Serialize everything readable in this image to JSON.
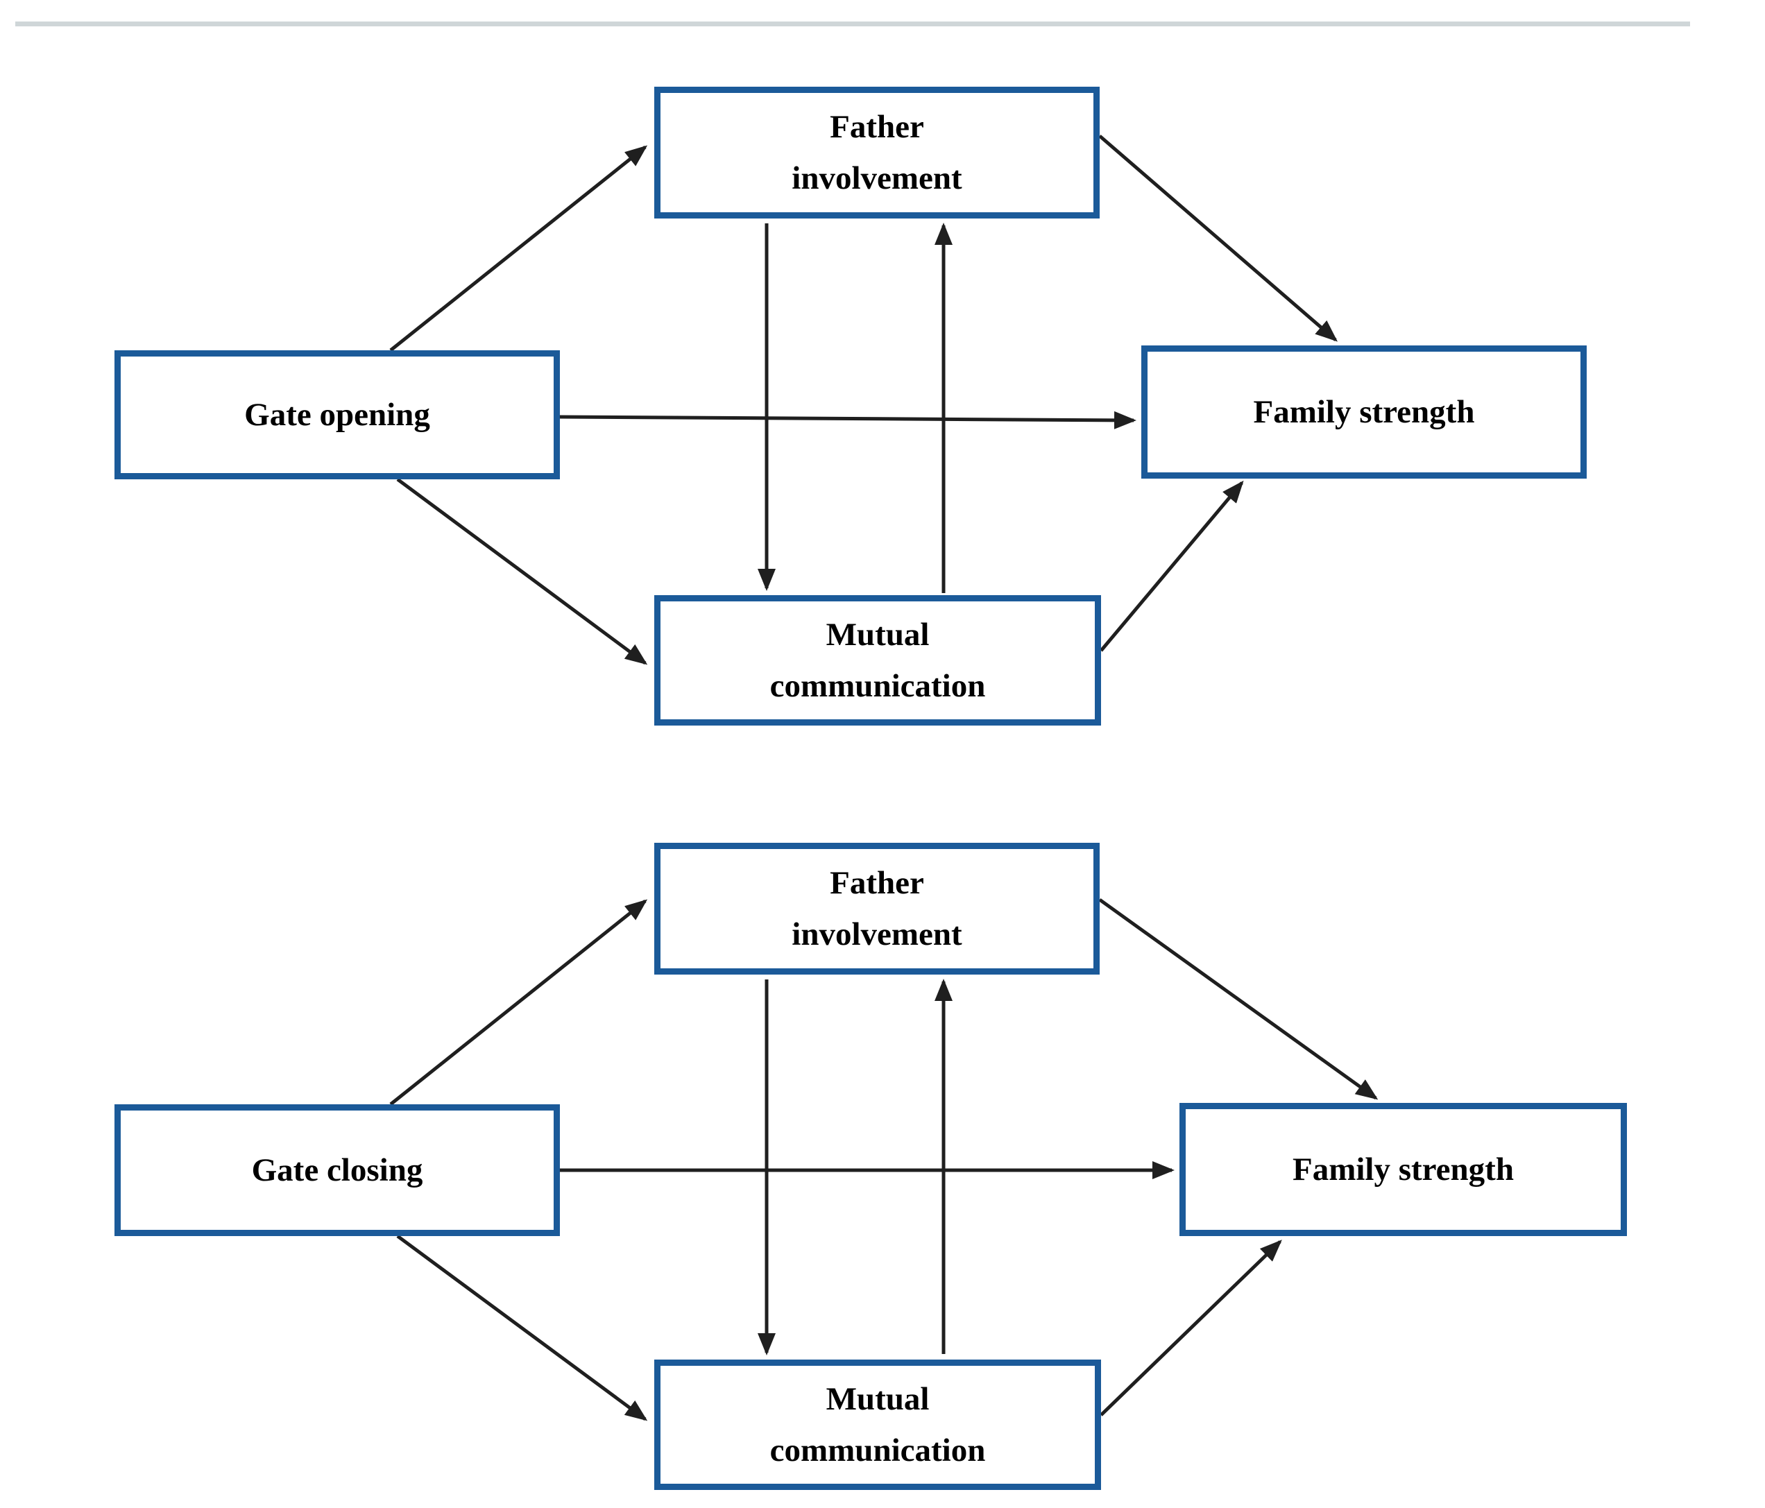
{
  "page": {
    "background": "#ffffff",
    "top_rule_color": "#cfd6d8"
  },
  "colors": {
    "box_border": "#1b5a99",
    "arrow": "#1f1f1f",
    "text": "#000000"
  },
  "diagrams": [
    {
      "name": "gate-opening-model",
      "nodes": {
        "predictor": {
          "lines": [
            "Gate opening"
          ]
        },
        "mediator_top": {
          "lines": [
            "Father",
            "involvement"
          ]
        },
        "mediator_bottom": {
          "lines": [
            "Mutual",
            "communication"
          ]
        },
        "outcome": {
          "lines": [
            "Family strength"
          ]
        }
      },
      "edges": [
        {
          "from": "Gate opening",
          "to": "Father involvement"
        },
        {
          "from": "Gate opening",
          "to": "Family strength"
        },
        {
          "from": "Gate opening",
          "to": "Mutual communication"
        },
        {
          "from": "Father involvement",
          "to": "Mutual communication"
        },
        {
          "from": "Mutual communication",
          "to": "Father involvement"
        },
        {
          "from": "Father involvement",
          "to": "Family strength"
        },
        {
          "from": "Mutual communication",
          "to": "Family strength"
        }
      ]
    },
    {
      "name": "gate-closing-model",
      "nodes": {
        "predictor": {
          "lines": [
            "Gate closing"
          ]
        },
        "mediator_top": {
          "lines": [
            "Father",
            "involvement"
          ]
        },
        "mediator_bottom": {
          "lines": [
            "Mutual",
            "communication"
          ]
        },
        "outcome": {
          "lines": [
            "Family strength"
          ]
        }
      },
      "edges": [
        {
          "from": "Gate closing",
          "to": "Father involvement"
        },
        {
          "from": "Gate closing",
          "to": "Family strength"
        },
        {
          "from": "Gate closing",
          "to": "Mutual communication"
        },
        {
          "from": "Father involvement",
          "to": "Mutual communication"
        },
        {
          "from": "Mutual communication",
          "to": "Father involvement"
        },
        {
          "from": "Father involvement",
          "to": "Family strength"
        },
        {
          "from": "Mutual communication",
          "to": "Family strength"
        }
      ]
    }
  ]
}
